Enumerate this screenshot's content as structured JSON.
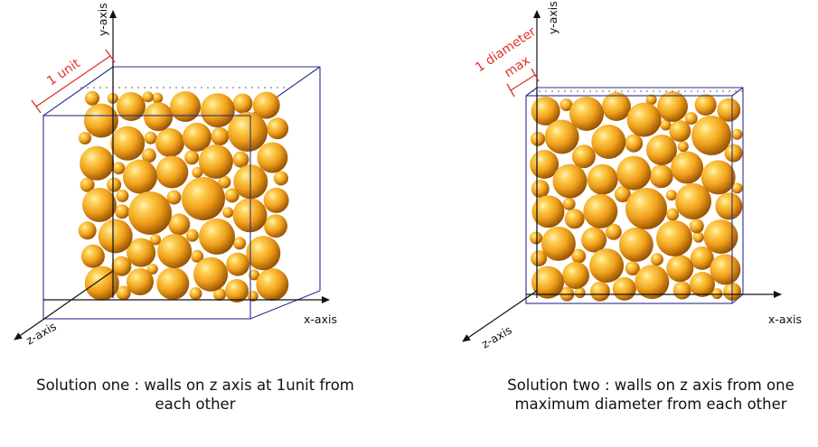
{
  "colors": {
    "sphere_light": "#ffe89a",
    "sphere_mid": "#f2a81d",
    "sphere_dark": "#9a4e00",
    "box_edge": "#2b2e8f",
    "axis": "#111111",
    "dimension": "#e0302b"
  },
  "solution_one": {
    "caption": "Solution one : walls on z axis at 1unit from each other",
    "dimension_label": "1 unit",
    "x_axis_label": "x-axis",
    "y_axis_label": "y-axis",
    "z_axis_label": "z-axis"
  },
  "solution_two": {
    "caption": "Solution two : walls on z axis from one maximum diameter from each other",
    "dimension_label_line1": "1 diameter",
    "dimension_label_line2": "max",
    "x_axis_label": "x-axis",
    "y_axis_label": "y-axis",
    "z_axis_label": "z-axis"
  }
}
